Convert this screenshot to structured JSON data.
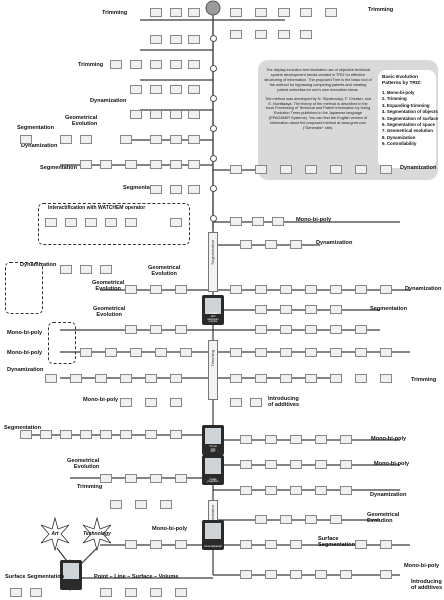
{
  "labels": {
    "trimming_top_left": "Trimming",
    "trimming_top_right": "Trimming",
    "trimming_left_2": "Trimming",
    "dynamization_left_1": "Dynamization",
    "geometrical_evolution_1": "Geometrical\nEvolution",
    "segmentation_left_1": "Segmentation",
    "dynamization_left_2": "Dynamization",
    "segmentation_left_2": "Segmentation",
    "segmentation_left_3": "Segmentation",
    "dynamization_right_1": "Dynamization",
    "interactification": "Interactification with WATCHEM operator",
    "mono_bi_poly_right_1": "Mono-bi-poly",
    "dynamization_right_2": "Dynamization",
    "dynamization_left_3": "Dynamization",
    "geometrical_evolution_2": "Geometrical\nEvolution",
    "geometrical_evolution_3": "Geometrical\nEvolution",
    "geometrical_evolution_4": "Geometrical\nEvolution",
    "mono_bi_poly_left_1": "Mono-bi-poly",
    "mono_bi_poly_left_2": "Mono-bi-poly",
    "dynamization_left_4": "Dynamization",
    "mono_bi_poly_left_3": "Mono-bi-poly",
    "dynamization_right_3": "Dynamization",
    "segmentation_right": "Segmentation",
    "trimming_right_3": "Trimming",
    "introducing_additives_1": "Introducing\nof additives",
    "segmentation_left_4": "Segmentation",
    "geometrical_evolution_5": "Geometrical\nEvolution",
    "mono_bi_poly_right_2": "Mono-bi-poly",
    "mono_bi_poly_right_3": "Mono-bi-poly",
    "trimming_left_3": "Trimming",
    "dynamization_right_4": "Dynamization",
    "geometrical_evolution_6": "Geometrical\nEvolution",
    "surface_segmentation_right": "Surface\nSegmentation",
    "mono_bi_poly_left_4": "Mono-bi-poly",
    "mono_bi_poly_right_4": "Mono-bi-poly",
    "introducing_additives_2": "Introducing\nof additives",
    "surface_segmentation_bottom": "Surface Segmentation",
    "point_line_surface_volume": "Point – Line – Surface – Volume"
  },
  "spine_labels": {
    "segmentation": "Segmentation",
    "trimming": "Trimming",
    "segmentation_2": "Segmentation"
  },
  "hubs": {
    "tv_set": "TV set\nwith\nelectronic\nmonitor",
    "hub_2": "TV set\nwith\nCRT",
    "hub_3": "Image\nprojection",
    "hub_4": "Cinematograph"
  },
  "info_box": {
    "para_1": "The display evolution tree illustrates use of objective technical system development trends created in TRIZ for effective structuring of information. The proposed Tree is the basic tool of the method for bypassing competing patents and creating patent umbrellas for one's own innovation ideas.",
    "para_2": "The method was developed by N. Shpakovsky, F. Chiutsin, and E. Novitskaya. The theory of the method is described in the book Processing of Technical and Patent Information by Using Evolution Trees published in the Japanese language (EPAGAMIR Systems). You can find the English version of information about the proposed method at www.gnrtr.com (\"Generator\" site)."
  },
  "patterns": {
    "title": "Basic Evolution Patterns by TRIZ:",
    "items": [
      "1. Mono-bi-poly",
      "2. Trimming",
      "3. Expanding-trimming",
      "4. Segmentation of objects",
      "5. Segmentation of surface",
      "6. Segmentation of space",
      "7. Geometrical evolution",
      "8. Dynamization",
      "9. Controllability"
    ]
  },
  "roots": {
    "art": "Art",
    "technology": "Technology"
  },
  "colors": {
    "line": "#3a3a3a",
    "thumb_border": "#888888",
    "info_bg": "#d9d9d9",
    "hub_bg": "#2a2a2a"
  }
}
